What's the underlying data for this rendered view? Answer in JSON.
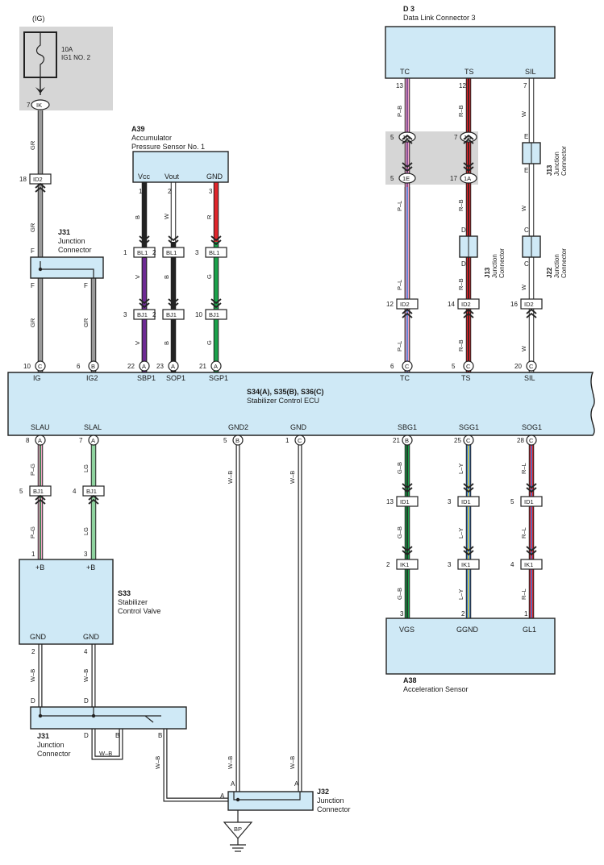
{
  "ecu": {
    "id": "S34(A), S35(B), S36(C)",
    "name": "Stabilizer Control ECU"
  },
  "ig": {
    "supply": "(IG)",
    "fuse_rating": "10A",
    "fuse_name": "IG1 NO. 2",
    "pin": "7",
    "conn": "IK"
  },
  "d3": {
    "id": "D 3",
    "name": "Data Link Connector 3",
    "pins": [
      {
        "label": "TC",
        "num": "13"
      },
      {
        "label": "TS",
        "num": "12"
      },
      {
        "label": "SIL",
        "num": "7"
      }
    ]
  },
  "a39": {
    "id": "A39",
    "line1": "Accumulator",
    "line2": "Pressure Sensor No. 1",
    "pins": [
      {
        "label": "Vcc",
        "num": "1"
      },
      {
        "label": "Vout",
        "num": "2"
      },
      {
        "label": "GND",
        "num": "3"
      }
    ]
  },
  "a38": {
    "id": "A38",
    "name": "Acceleration Sensor",
    "pins": [
      {
        "label": "VGS",
        "num": "3"
      },
      {
        "label": "GGND",
        "num": "2"
      },
      {
        "label": "GL1",
        "num": "1"
      }
    ]
  },
  "s33": {
    "id": "S33",
    "line1": "Stabilizer",
    "line2": "Control Valve",
    "pins": [
      {
        "label": "+B",
        "num": "1"
      },
      {
        "label": "+B",
        "num": "3"
      },
      {
        "label": "GND",
        "num": "2"
      },
      {
        "label": "GND",
        "num": "4"
      }
    ]
  },
  "junctions": {
    "j31": {
      "id": "J31",
      "line1": "Junction",
      "line2": "Connector"
    },
    "j32": {
      "id": "J32",
      "line1": "Junction",
      "line2": "Connector"
    },
    "j13": {
      "id": "J13",
      "line1": "Junction",
      "line2": "Connector"
    },
    "j22": {
      "id": "J22",
      "line1": "Junction",
      "line2": "Connector"
    }
  },
  "conn_labels": {
    "id2": "ID2",
    "bl1": "BL1",
    "bj1": "BJ1",
    "id1": "ID1",
    "ik1": "IK1",
    "c1a": "1A",
    "c1e": "1E",
    "pin18": "18",
    "pin1": "1",
    "pin2": "2",
    "pin3": "3",
    "pin10": "10",
    "pin5": "5",
    "pin7": "7",
    "pin17": "17",
    "pin12": "12",
    "pin14": "14",
    "pin16": "16",
    "pin13": "13",
    "pin4": "4",
    "letF": "F",
    "letE": "E",
    "letD": "D",
    "letC": "C",
    "letB": "B",
    "letA": "A"
  },
  "ecu_top_pins": [
    {
      "label": "IG",
      "num": "10",
      "conn": "C"
    },
    {
      "label": "IG2",
      "num": "6",
      "conn": "B"
    },
    {
      "label": "SBP1",
      "num": "22",
      "conn": "A"
    },
    {
      "label": "SOP1",
      "num": "23",
      "conn": "A"
    },
    {
      "label": "SGP1",
      "num": "21",
      "conn": "A"
    },
    {
      "label": "TC",
      "num": "6",
      "conn": "C"
    },
    {
      "label": "TS",
      "num": "5",
      "conn": "C"
    },
    {
      "label": "SIL",
      "num": "20",
      "conn": "C"
    }
  ],
  "ecu_bottom_pins": [
    {
      "label": "SLAU",
      "num": "8",
      "conn": "A"
    },
    {
      "label": "SLAL",
      "num": "7",
      "conn": "A"
    },
    {
      "label": "GND2",
      "num": "5",
      "conn": "B"
    },
    {
      "label": "GND",
      "num": "1",
      "conn": "C"
    },
    {
      "label": "SBG1",
      "num": "21",
      "conn": "B"
    },
    {
      "label": "SGG1",
      "num": "25",
      "conn": "C"
    },
    {
      "label": "SOG1",
      "num": "28",
      "conn": "C"
    }
  ],
  "wire_colors": {
    "gr": "GR",
    "b": "B",
    "w": "W",
    "r": "R",
    "v": "V",
    "g": "G",
    "pb": "P–B",
    "rb": "R–B",
    "pl": "P–L",
    "pg": "P–G",
    "lg": "LG",
    "wb": "W–B",
    "gb": "G–B",
    "ly": "L–Y",
    "rl": "R–L"
  },
  "ground": "BP",
  "palette": {
    "component_fill": "#cfe9f6",
    "grey_block": "#d6d6d6",
    "gray_wire": "#9a9a9a",
    "black_wire": "#222222",
    "red_wire": "#e0252b",
    "green_wire": "#1aa24a",
    "violet_wire": "#6d2a93",
    "pink_wire": "#f4a6c8",
    "blue_wire": "#3d7fd9",
    "light_green_wire": "#8fd39f",
    "yellow_wire": "#e7d63a"
  }
}
